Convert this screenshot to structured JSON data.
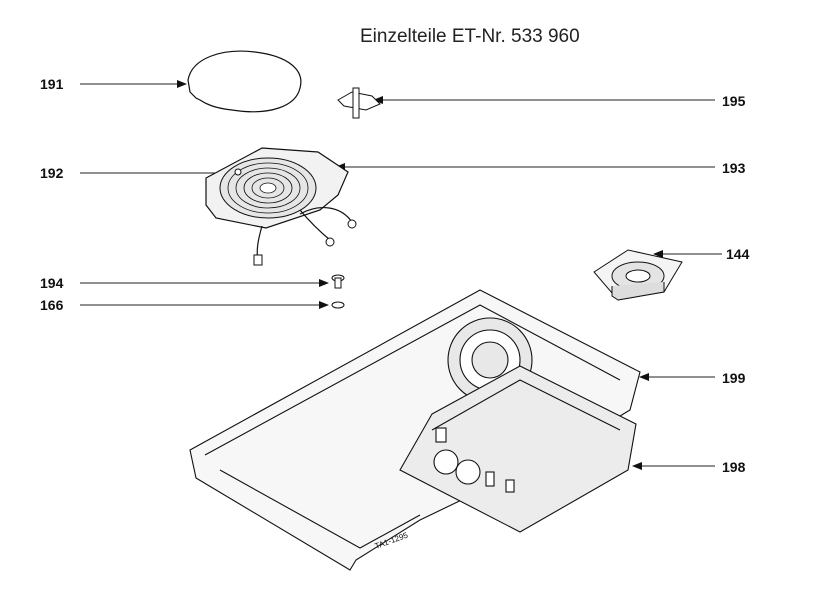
{
  "title": "Einzelteile ET-Nr. 533 960",
  "stamp": "TA1-1295",
  "callouts": {
    "c191": "191",
    "c192": "192",
    "c193": "193",
    "c194": "194",
    "c166": "166",
    "c195": "195",
    "c144": "144",
    "c199": "199",
    "c198": "198"
  }
}
